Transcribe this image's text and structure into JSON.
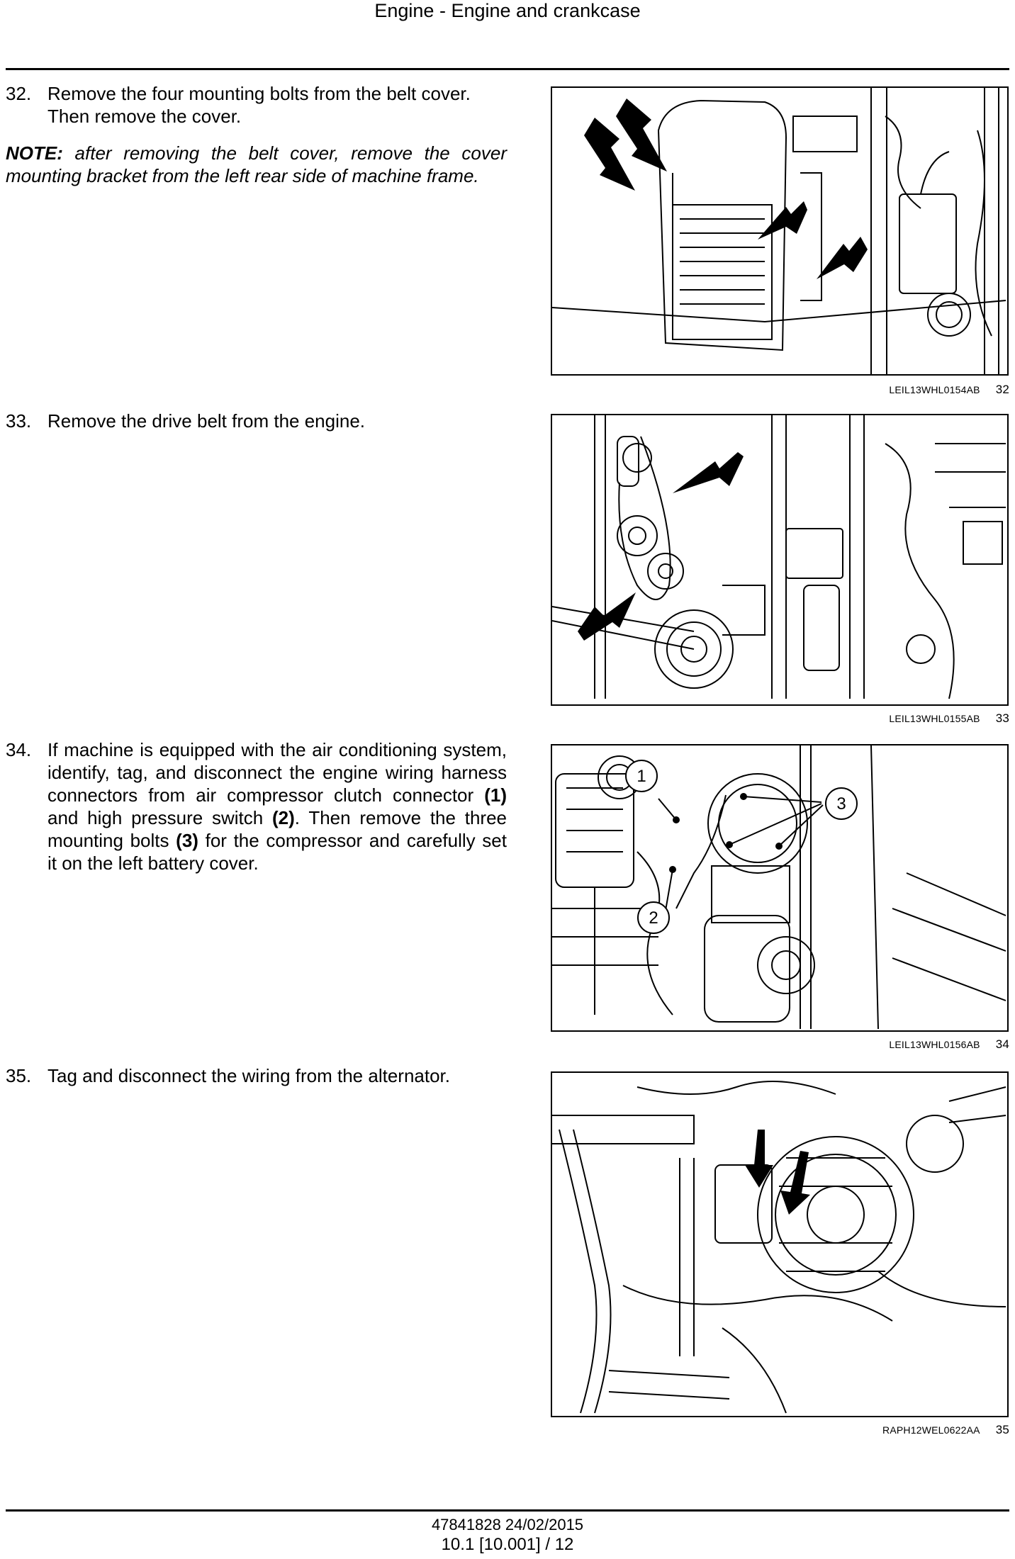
{
  "header": {
    "title": "Engine - Engine and crankcase"
  },
  "steps": [
    {
      "number": "32.",
      "lines": [
        "Remove the four mounting bolts from the belt cover.",
        "Then remove the cover."
      ],
      "note_label": "NOTE:",
      "note_text": " after removing the belt cover, remove the cover mounting bracket from the left rear side of machine frame.",
      "figure": {
        "code": "LEIL13WHL0154AB",
        "number": "32"
      }
    },
    {
      "number": "33.",
      "text": "Remove the drive belt from the engine.",
      "figure": {
        "code": "LEIL13WHL0155AB",
        "number": "33"
      }
    },
    {
      "number": "34.",
      "parts": [
        "If machine is equipped with the air conditioning system, identify, tag, and disconnect the engine wiring harness connectors from air compressor clutch connector ",
        "(1)",
        " and high pressure switch ",
        "(2)",
        ". Then remove the three mounting bolts ",
        "(3)",
        " for the compressor and carefully set it on the left battery cover."
      ],
      "figure": {
        "code": "LEIL13WHL0156AB",
        "number": "34",
        "callouts": [
          "1",
          "2",
          "3"
        ]
      }
    },
    {
      "number": "35.",
      "text": "Tag and disconnect the wiring from the alternator.",
      "figure": {
        "code": "RAPH12WEL0622AA",
        "number": "35"
      }
    }
  ],
  "footer": {
    "doc": "47841828 24/02/2015",
    "page": "10.1 [10.001] / 12"
  }
}
